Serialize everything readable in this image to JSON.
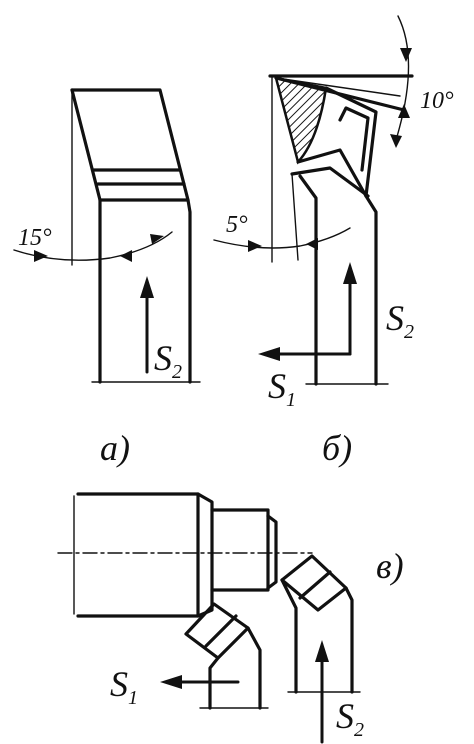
{
  "figures": {
    "a": {
      "caption": "а)",
      "angle_label": "15°",
      "feed": {
        "symbol": "S",
        "index": "2"
      }
    },
    "b": {
      "caption": "б)",
      "angle_main": "10°",
      "angle_side": "5°",
      "feed_vertical": {
        "symbol": "S",
        "index": "2"
      },
      "feed_horizontal": {
        "symbol": "S",
        "index": "1"
      }
    },
    "v": {
      "caption": "в)",
      "feed_horizontal": {
        "symbol": "S",
        "index": "1"
      },
      "feed_vertical": {
        "symbol": "S",
        "index": "2"
      }
    }
  }
}
